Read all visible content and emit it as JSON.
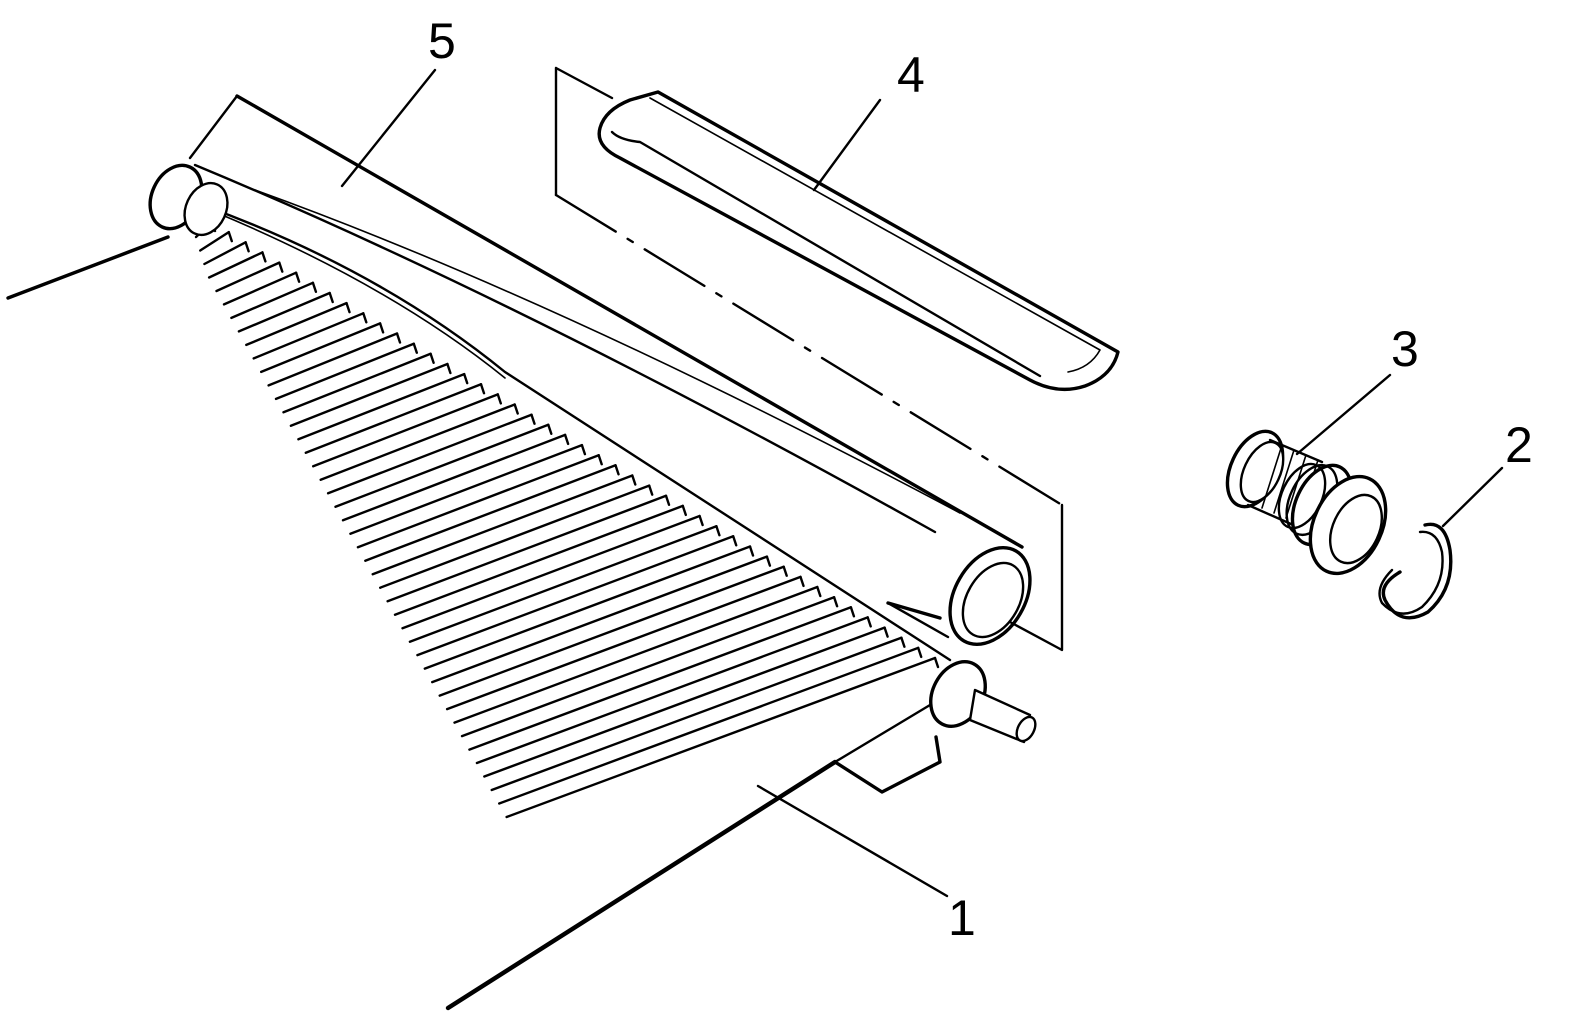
{
  "figure": {
    "background": "#ffffff",
    "ink": "#000000",
    "callouts": [
      {
        "id": "1",
        "label": "1"
      },
      {
        "id": "2",
        "label": "2"
      },
      {
        "id": "3",
        "label": "3"
      },
      {
        "id": "4",
        "label": "4"
      },
      {
        "id": "5",
        "label": "5"
      }
    ]
  }
}
